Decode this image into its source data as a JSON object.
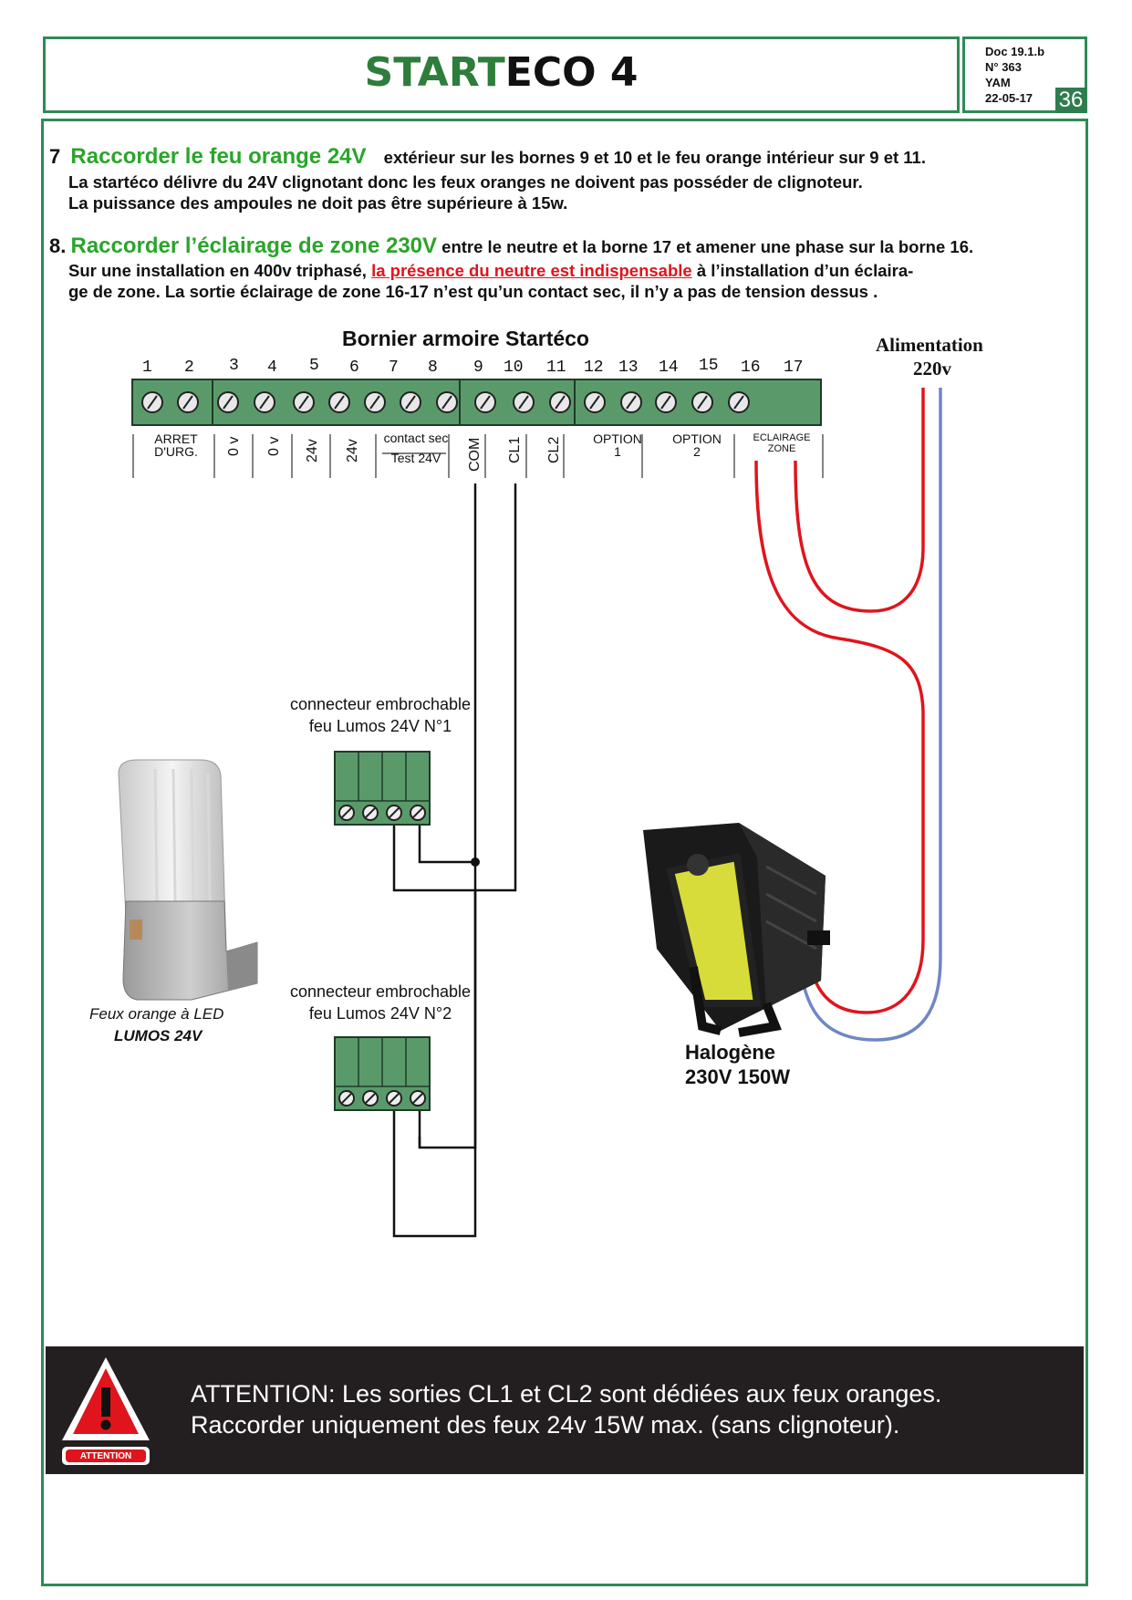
{
  "header": {
    "title_start": "START",
    "title_rest": "ECO 4",
    "doc": "Doc 19.1.b",
    "number": "N° 363",
    "author": "YAM",
    "date": "22-05-17",
    "page": "36"
  },
  "step7": {
    "number": "7",
    "heading": "Raccorder le feu orange 24V",
    "line1": "extérieur sur les bornes 9 et 10 et le feu orange intérieur sur 9 et 11.",
    "line2": "La startéco délivre du 24V clignotant donc les feux oranges ne doivent pas posséder de clignoteur.",
    "line3": "La puissance des ampoules ne doit pas être supérieure à 15w."
  },
  "step8": {
    "number": "8.",
    "heading": "Raccorder l’éclairage de zone 230V",
    "line1": "entre le neutre et la borne 17 et amener une phase sur la borne 16.",
    "line2_a": "Sur une installation en 400v triphasé,",
    "line2_red": "la présence du neutre est indispensable",
    "line2_b": "à l’installation d’un éclaira-",
    "line3": "ge de zone. La sortie éclairage de zone 16-17 n’est qu’un contact sec, il n’y a pas  de tension dessus ."
  },
  "diagram": {
    "bornier_title": "Bornier armoire Startéco",
    "supply_label": "Alimentation",
    "supply_voltage": "220v",
    "terminal_numbers": [
      "1",
      "2",
      "3",
      "4",
      "5",
      "6",
      "7",
      "8",
      "9",
      "10",
      "11",
      "12",
      "13",
      "14",
      "15",
      "16",
      "17"
    ],
    "labels": {
      "arret": "ARRET",
      "durg": "D'URG.",
      "ov1": "0 v",
      "ov2": "0 v",
      "v24a": "24v",
      "v24b": "24v",
      "contact_sec": "contact sec",
      "test24": "Test 24V",
      "com": "COM",
      "cl1": "CL1",
      "cl2": "CL2",
      "option1_a": "OPTION",
      "option1_b": "1",
      "option2_a": "OPTION",
      "option2_b": "2",
      "eclairage_a": "ECLAIRAGE",
      "eclairage_b": "ZONE"
    },
    "connector1_line1": "connecteur embrochable",
    "connector1_line2": "feu Lumos 24V N°1",
    "connector2_line1": "connecteur embrochable",
    "connector2_line2": "feu Lumos 24V N°2",
    "lamp_caption1": "Feux orange à LED",
    "lamp_caption2": "LUMOS 24V",
    "halogen1": "Halogène",
    "halogen2": "230V 150W"
  },
  "attention": {
    "badge": "ATTENTION",
    "line1": "ATTENTION: Les sorties CL1 et CL2 sont dédiées aux feux oranges.",
    "line2": "Raccorder uniquement des feux 24v 15W max. (sans clignoteur)."
  },
  "colors": {
    "frame": "#2e8b57",
    "heading_green": "#2aa52a",
    "terminal_green": "#5a9a6a",
    "phase_red": "#e0141c",
    "neutral_blue": "#6f86c6",
    "attention_bg": "#231f20"
  }
}
